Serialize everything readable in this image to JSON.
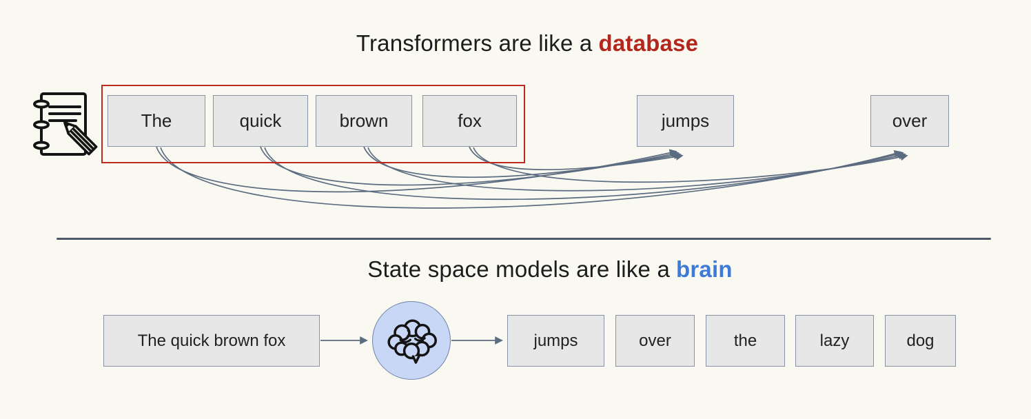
{
  "titles": {
    "top": {
      "prefix": "Transformers are like a",
      "highlight": "database",
      "highlight_color": "#b3261c"
    },
    "bottom": {
      "prefix": "State space models are like a",
      "highlight": "brain",
      "highlight_color": "#3e7bd8"
    }
  },
  "transformer": {
    "context_tokens": [
      "The",
      "quick",
      "brown",
      "fox"
    ],
    "generated_tokens": [
      "jumps",
      "over"
    ]
  },
  "ssm": {
    "input": "The quick brown fox",
    "output_tokens": [
      "jumps",
      "over",
      "the",
      "lazy",
      "dog"
    ]
  },
  "icons": {
    "notebook": "notebook-pencil-icon",
    "brain": "brain-icon"
  },
  "colors": {
    "background": "#f9f8f1",
    "box_fill": "#e7e7e7",
    "box_border": "#8793a5",
    "red_accent": "#b3261c",
    "red_frame": "#c0281e",
    "blue_accent": "#3e7bd8",
    "arrow": "#5b6b80",
    "brain_circle_fill": "#c7d7f5",
    "divider": "#4e5a67"
  }
}
